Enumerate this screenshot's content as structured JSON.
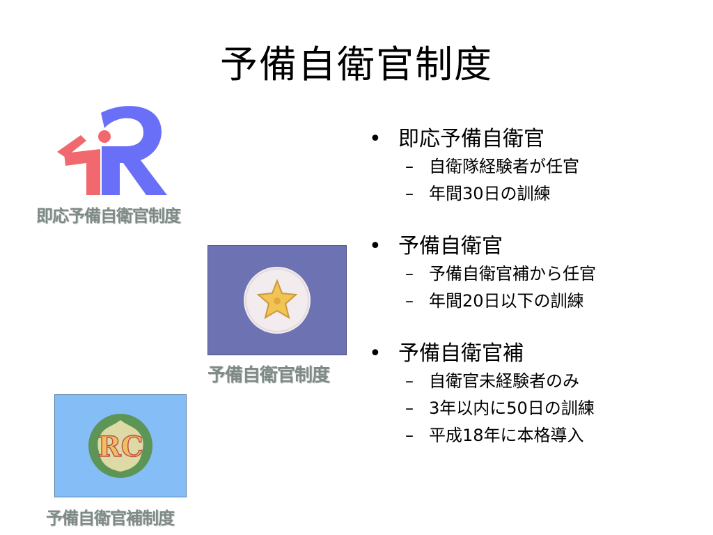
{
  "slide": {
    "title": "予備自衛官制度"
  },
  "logos": {
    "sokuo_caption": "即応予備自衛官制度",
    "yobi_caption": "予備自衛官制度",
    "ho_caption": "予備自衛官補制度",
    "ho_emblem_text": "RC",
    "colors": {
      "sokuo_red": "#f2686f",
      "sokuo_blue": "#6a6ff7",
      "yobi_panel": "#6c72b2",
      "ho_panel": "#85bdf7",
      "ho_circle": "#5c9555",
      "caption": "#7f8a86"
    }
  },
  "bullets": [
    {
      "label": "即応予備自衛官",
      "subs": [
        "自衛隊経験者が任官",
        "年間30日の訓練"
      ]
    },
    {
      "label": "予備自衛官",
      "subs": [
        "予備自衛官補から任官",
        "年間20日以下の訓練"
      ]
    },
    {
      "label": "予備自衛官補",
      "subs": [
        "自衛官未経験者のみ",
        "3年以内に50日の訓練",
        "平成18年に本格導入"
      ]
    }
  ]
}
